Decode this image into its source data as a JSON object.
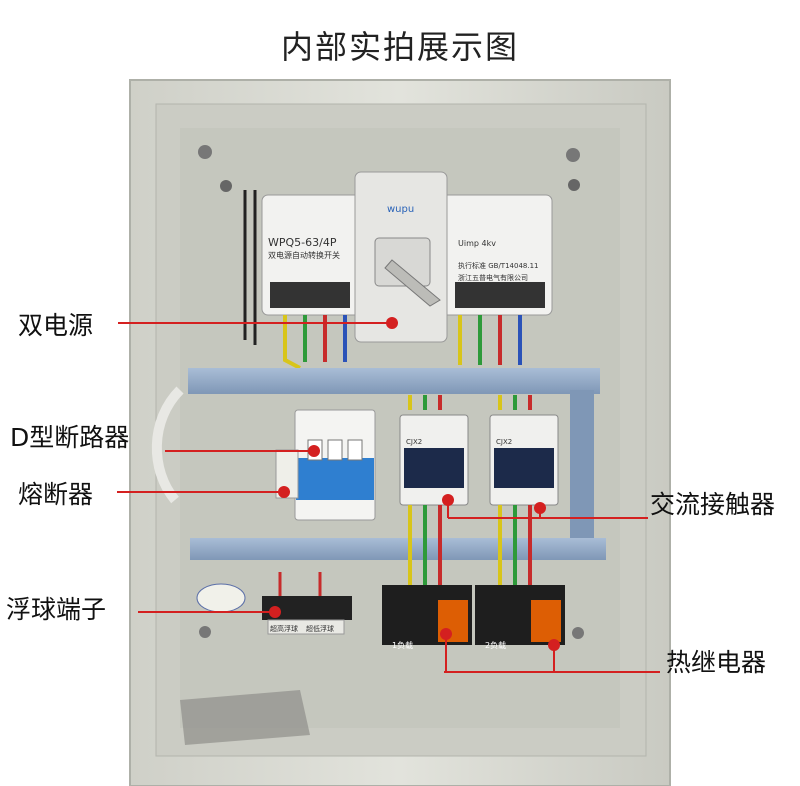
{
  "title": "内部实拍展示图",
  "callouts": {
    "dual_power": "双电源",
    "breaker": "D型断路器",
    "fuse": "熔断器",
    "float_terminal": "浮球端子",
    "contactor": "交流接触器",
    "thermal_relay": "热继电器"
  },
  "device_text": {
    "ats_model": "WPQ5-63/4P",
    "ats_name": "双电源自动转换开关",
    "ats_brand": "wupu",
    "ats_spec": "Uimp 4kv",
    "ats_std": "执行标准 GB/T14048.11",
    "ats_maker": "浙江五普电气有限公司",
    "contactor_model": "CJX2",
    "terminal_tag_1": "超高浮球",
    "terminal_tag_2": "超低浮球",
    "relay_tag_1": "1负载",
    "relay_tag_2": "2负载"
  },
  "colors": {
    "cabinet": "#d9dad2",
    "panel": "#c4c5bf",
    "rail": "#8fa8c6",
    "accent_red": "#d42020"
  }
}
